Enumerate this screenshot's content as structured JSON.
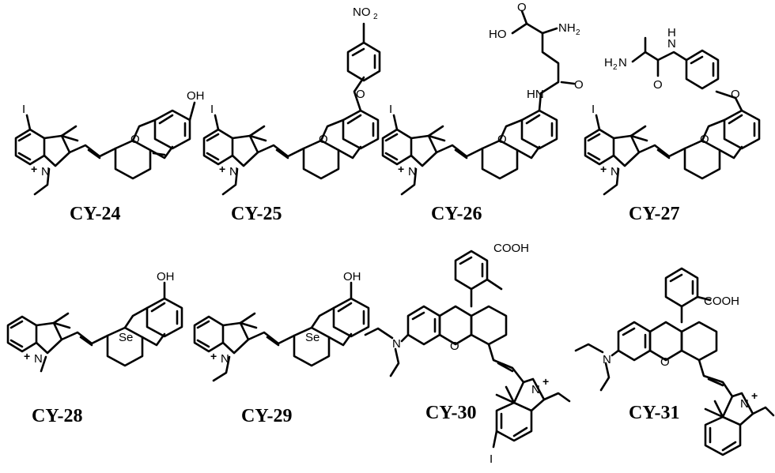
{
  "compounds": [
    {
      "label": "CY-24",
      "top_group": "OH",
      "iodo": "I",
      "charge": "+",
      "n_atom": "N",
      "bridge": "O"
    },
    {
      "label": "CY-25",
      "top_group": "NO",
      "top_sub": "2",
      "ether": "O",
      "iodo": "I",
      "charge": "+",
      "n_atom": "N",
      "bridge": "O"
    },
    {
      "label": "CY-26",
      "acid": "HO",
      "amine": "NH",
      "amine_sub": "2",
      "carbonyl_o1": "O",
      "carbonyl_o2": "O",
      "amide": "HN",
      "iodo": "I",
      "charge": "+",
      "n_atom": "N",
      "bridge": "O"
    },
    {
      "label": "CY-27",
      "amine": "H",
      "amine_sub": "2",
      "amine_n": "N",
      "amide": "N",
      "amide_h": "H",
      "carbonyl_o": "O",
      "ether": "O",
      "iodo": "I",
      "charge": "+",
      "n_atom": "N",
      "bridge": "O"
    },
    {
      "label": "CY-28",
      "top_group": "OH",
      "bridge": "Se",
      "charge": "+",
      "n_atom": "N"
    },
    {
      "label": "CY-29",
      "top_group": "OH",
      "bridge": "Se",
      "charge": "+",
      "n_atom": "N"
    },
    {
      "label": "CY-30",
      "acid": "COOH",
      "amine": "N",
      "bridge": "O",
      "charge": "+",
      "n_atom": "N",
      "iodo": "I"
    },
    {
      "label": "CY-31",
      "acid": "COOH",
      "amine": "N",
      "bridge": "O",
      "charge": "+",
      "n_atom": "N"
    }
  ]
}
